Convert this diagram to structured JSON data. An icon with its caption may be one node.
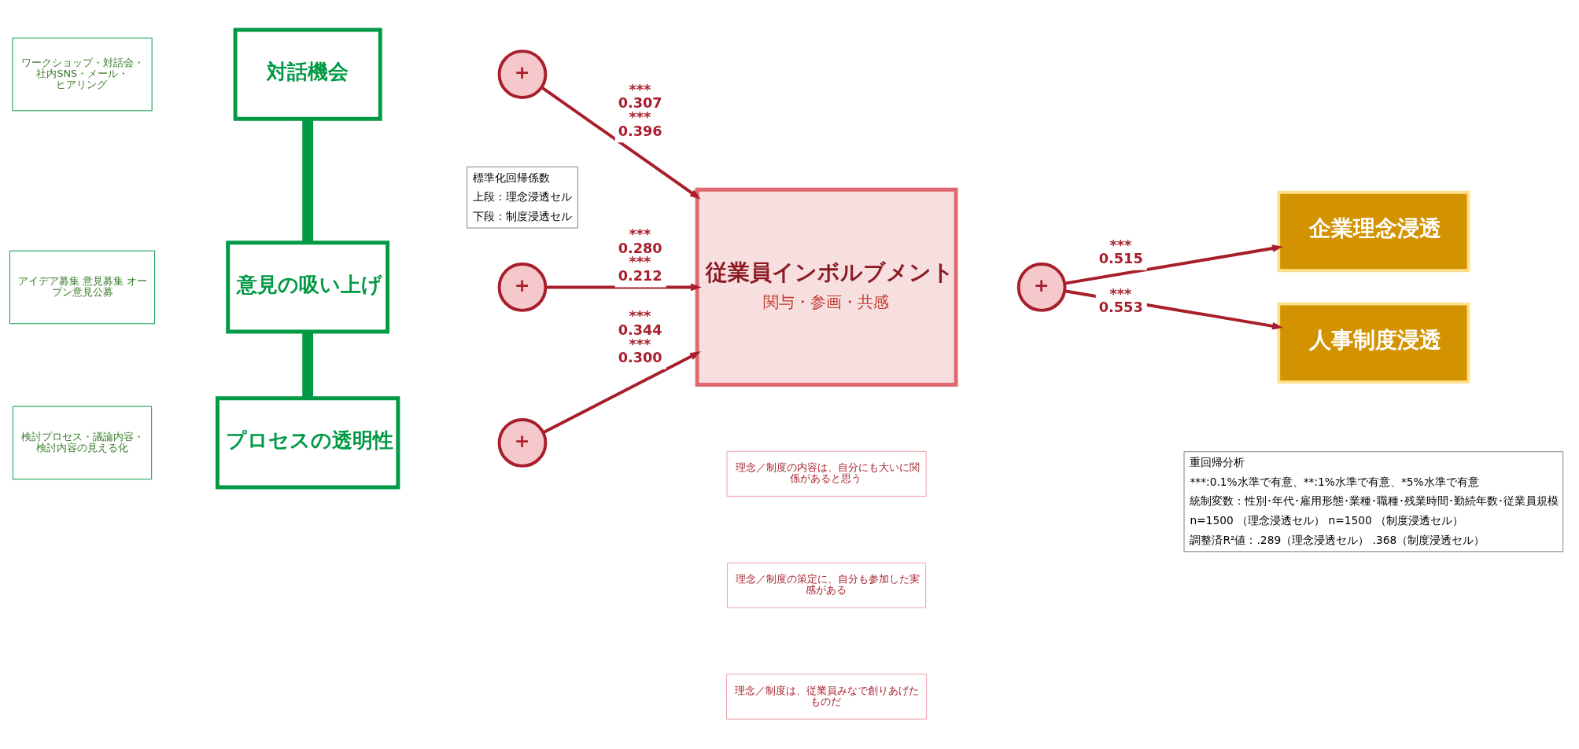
{
  "diagram": {
    "nodes": [
      {
        "text": [
          "対話機会"
        ]
      },
      {
        "text": [
          "ワークショップ・対話会・社内SNS・メール・ヒアリング"
        ]
      },
      {
        "text": [
          "意見の吸い上げ"
        ]
      },
      {
        "text": [
          "アイデア募集 意見募集 オープン意見公募"
        ]
      },
      {
        "text": [
          "プロセスの透明性"
        ]
      },
      {
        "text": [
          "検討プロセス・議論内容・検討内容の見える化"
        ]
      },
      {
        "text": [
          "+"
        ]
      },
      {
        "text": [
          "+"
        ]
      },
      {
        "text": [
          "+"
        ]
      },
      {
        "text": [
          "+"
        ]
      },
      {
        "text": [
          "従業員インボルブメント",
          "関与・参画・共感"
        ]
      },
      {
        "text": [
          "理念／制度の内容は、自分にも大いに関係があると思う"
        ]
      },
      {
        "text": [
          "理念／制度の策定に、自分も参加した実感がある"
        ]
      },
      {
        "text": [
          "理念／制度は、従業員みなで創りあげたものだ"
        ]
      },
      {
        "text": [
          "企業理念浸透"
        ]
      },
      {
        "text": [
          "人事制度浸透"
        ]
      }
    ],
    "edges": [
      {
        "from": 0,
        "to": 2,
        "arrow": "none",
        "style": "thick",
        "color": "#009944"
      },
      {
        "from": 2,
        "to": 4,
        "arrow": "none",
        "style": "thick",
        "color": "#009944"
      },
      {
        "from": 6,
        "to": 10,
        "arrow": "to",
        "label": "*** 0.307 *** 0.396"
      },
      {
        "from": 7,
        "to": 10,
        "arrow": "to",
        "label": "*** 0.280 *** 0.212"
      },
      {
        "from": 8,
        "to": 10,
        "arrow": "to",
        "label": "*** 0.344 *** 0.300"
      },
      {
        "from": 9,
        "to": 14,
        "arrow": "to",
        "label": "*** 0.515"
      },
      {
        "from": 9,
        "to": 15,
        "arrow": "to",
        "label": "*** 0.553"
      }
    ],
    "labels": [
      "標準化回帰係数",
      "上段：理念浸透セル",
      "下段：制度浸透セル",
      "重回帰分析",
      "***:0.1%水準で有意、**:1%水準で有意、*5%水準で有意",
      "統制変数：性別･年代･雇用形態･業種･職種･残業時間･勤続年数･従業員規模",
      "n=1500 （理念浸透セル） n=1500 （制度浸透セル）",
      "調整済R²値：.289（理念浸透セル） .368（制度浸透セル）"
    ]
  }
}
